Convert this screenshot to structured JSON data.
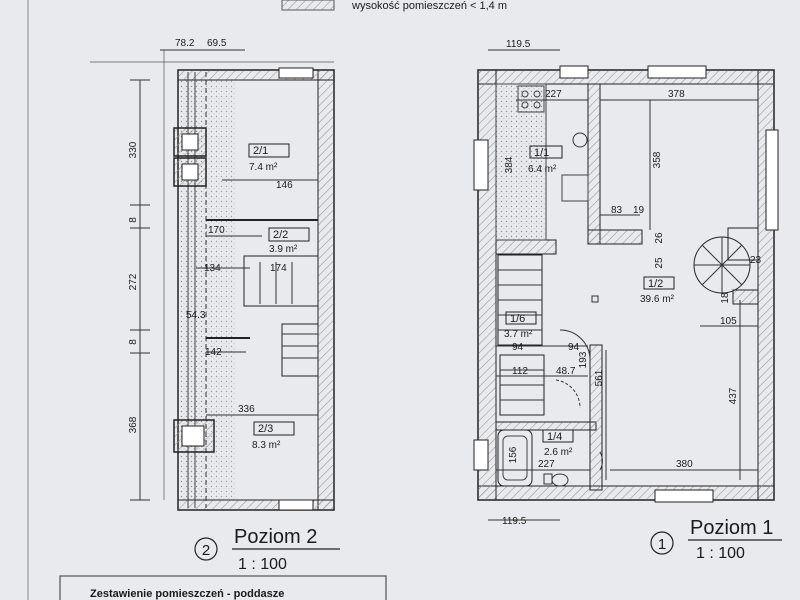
{
  "legend": {
    "text": "wysokość pomieszczeń < 1,4 m",
    "hatch_color": "#8a8a8a"
  },
  "level2": {
    "title": "Poziom 2",
    "number": "2",
    "scale": "1 : 100",
    "top_dims": [
      "78.2",
      "69.5"
    ],
    "left_dims": [
      "330",
      "8",
      "272",
      "8",
      "368"
    ],
    "inner_dims": [
      "146",
      "170",
      "134",
      "174",
      "54.3",
      "142",
      "336"
    ],
    "rooms": [
      {
        "id": "2/1",
        "area": "7.4 m²"
      },
      {
        "id": "2/2",
        "area": "3.9 m²"
      },
      {
        "id": "2/3",
        "area": "8.3 m²"
      }
    ]
  },
  "level1": {
    "title": "Poziom 1",
    "number": "1",
    "scale": "1 : 100",
    "top_dim": "119.5",
    "bottom_dim": "119.5",
    "inner_dims": [
      "227",
      "378",
      "384",
      "358",
      "83",
      "19",
      "26",
      "25",
      "23",
      "18",
      "105",
      "94",
      "94",
      "112",
      "48.7",
      "193",
      "561",
      "437",
      "380",
      "156",
      "227"
    ],
    "rooms": [
      {
        "id": "1/1",
        "area": "6.4 m²"
      },
      {
        "id": "1/2",
        "area": "39.6 m²"
      },
      {
        "id": "1/6",
        "area": "3.7 m²"
      },
      {
        "id": "1/4",
        "area": "2.6 m²"
      }
    ]
  },
  "footer": {
    "text": "Zestawienie pomieszczeń - poddasze"
  }
}
